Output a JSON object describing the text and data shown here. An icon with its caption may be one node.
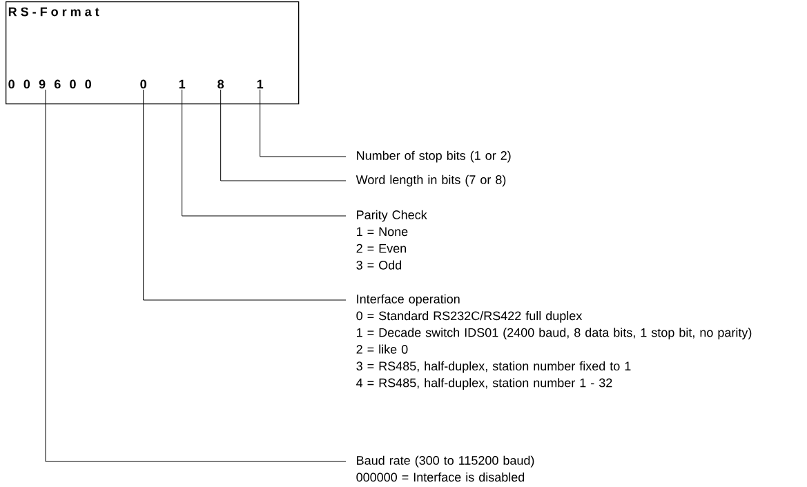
{
  "diagram": {
    "nodes": [
      {
        "text": [
          "R S - F o r m a t"
        ]
      },
      {
        "text": [
          "0 0 9 6 0 0"
        ],
        "in": 0
      },
      {
        "text": [
          "0"
        ],
        "in": 0
      },
      {
        "text": [
          "1"
        ],
        "in": 0
      },
      {
        "text": [
          "8"
        ],
        "in": 0
      },
      {
        "text": [
          "1"
        ],
        "in": 0
      },
      {
        "text": [
          "Number of stop bits (1 or 2)"
        ]
      },
      {
        "text": [
          "Word length in bits (7 or 8)"
        ]
      },
      {
        "text": [
          "Parity Check",
          "1 = None",
          "2 = Even",
          "3 = Odd"
        ]
      },
      {
        "text": [
          "Interface operation",
          "0 = Standard RS232C/RS422 full duplex",
          "1 = Decade switch IDS01 (2400 baud, 8 data bits, 1 stop bit, no parity)",
          "2 = like 0",
          "3 = RS485, half-duplex, station number fixed to 1",
          "4 = RS485, half-duplex, station number 1 - 32"
        ]
      },
      {
        "text": [
          "Baud rate (300 to 115200 baud)",
          "000000 = Interface is disabled"
        ]
      }
    ],
    "edges": [
      {
        "from": 5,
        "to": 6,
        "arrow": "none"
      },
      {
        "from": 4,
        "to": 7,
        "arrow": "none"
      },
      {
        "from": 3,
        "to": 8,
        "arrow": "none"
      },
      {
        "from": 2,
        "to": 9,
        "arrow": "none"
      },
      {
        "from": 1,
        "to": 10,
        "arrow": "none"
      }
    ]
  }
}
